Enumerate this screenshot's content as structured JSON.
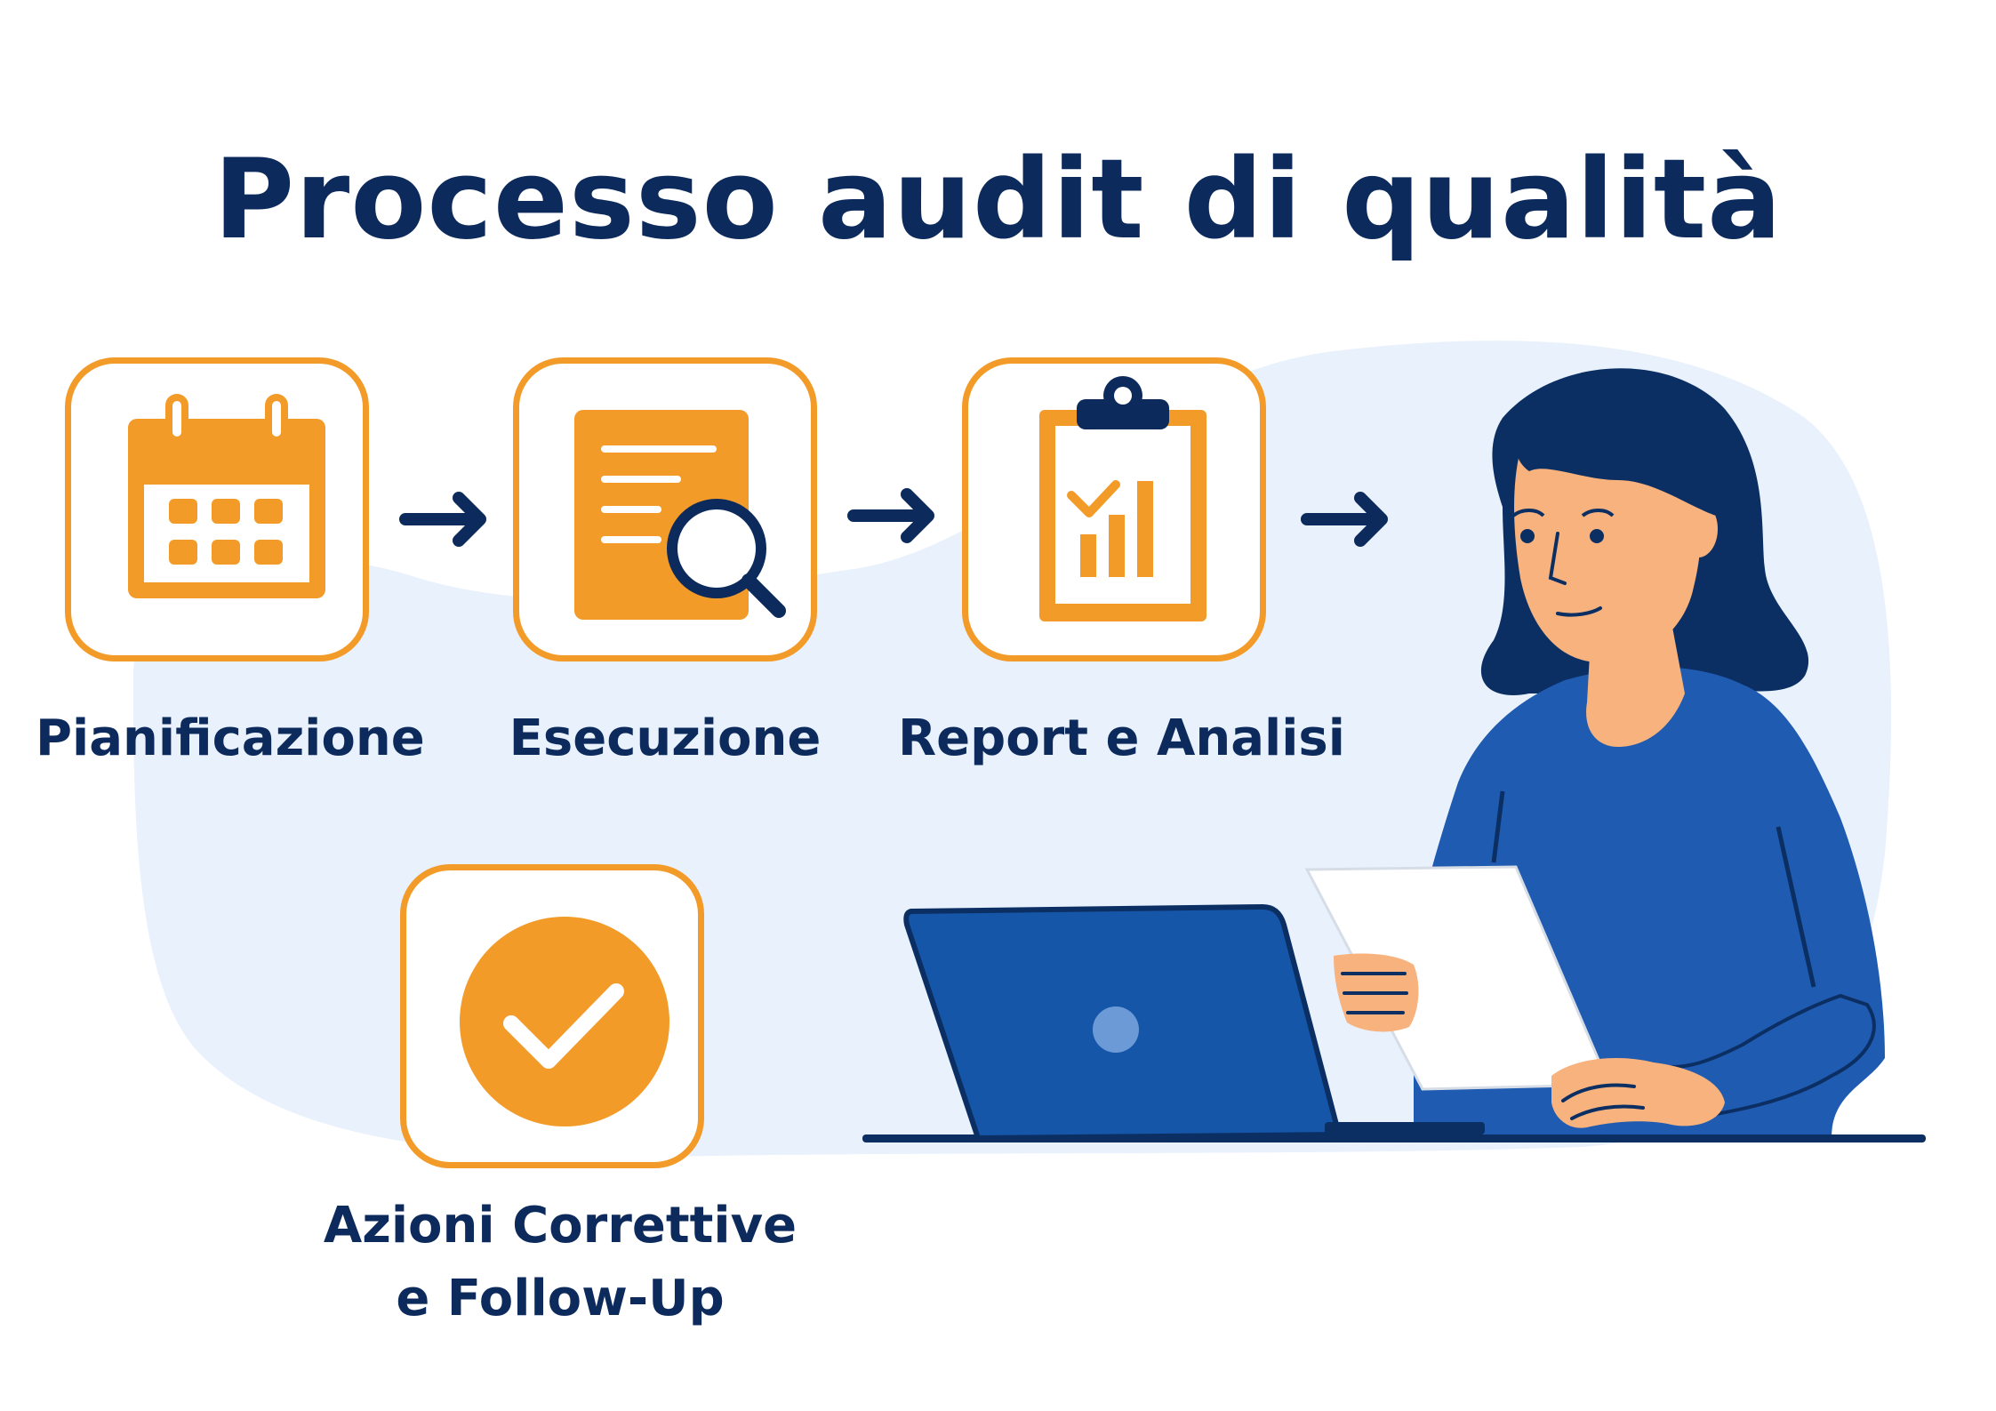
{
  "title": "Processo audit di qualità",
  "steps": [
    {
      "label": "Pianificazione",
      "icon": "calendar-icon"
    },
    {
      "label": "Esecuzione",
      "icon": "document-search-icon"
    },
    {
      "label": "Report e Analisi",
      "icon": "clipboard-chart-icon"
    },
    {
      "label_line1": "Azioni Correttive",
      "label_line2": "e Follow-Up",
      "icon": "check-circle-icon"
    }
  ],
  "illustration": "woman-with-laptop-and-document",
  "colors": {
    "primary": "#0d2a5c",
    "accent": "#f39b28",
    "background_blob": "#e8f1fc",
    "shirt": "#1f5bb0",
    "laptop": "#1556a8",
    "skin": "#f7b27e"
  }
}
